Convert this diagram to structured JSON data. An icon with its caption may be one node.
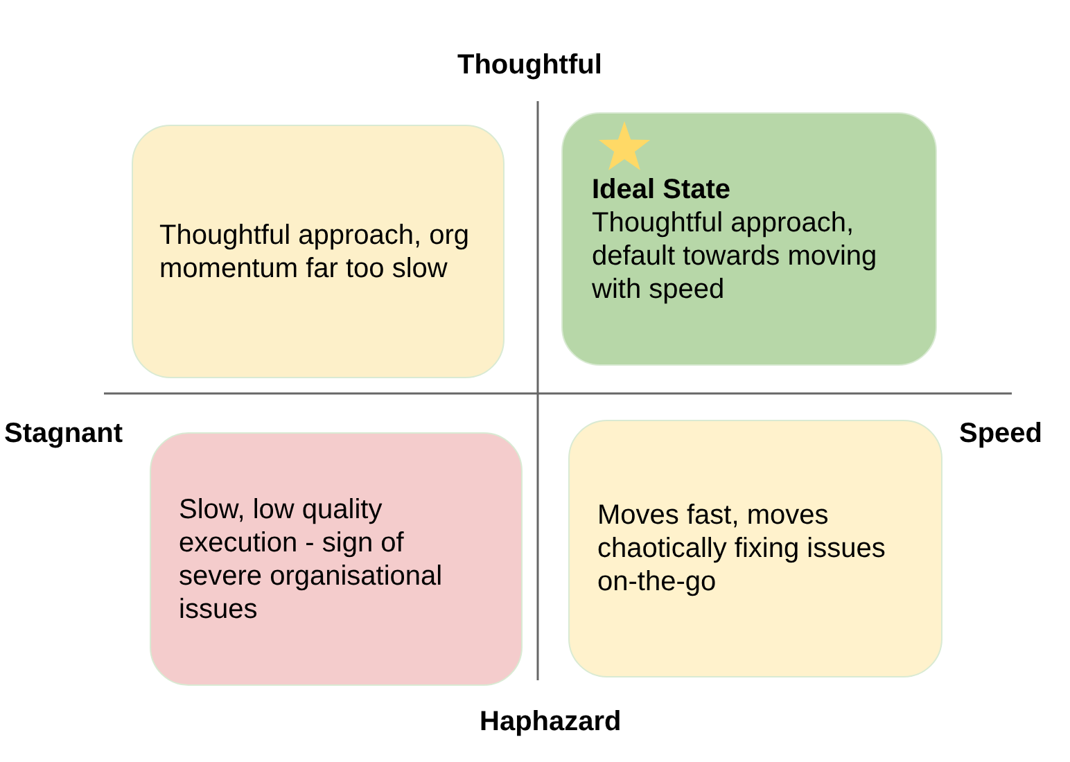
{
  "diagram": {
    "nodes": [
      {
        "text": [
          "Thoughtful approach, org momentum far too slow"
        ]
      },
      {
        "text": [
          "Ideal State",
          "Thoughtful approach, default towards moving with speed"
        ]
      },
      {
        "text": [
          "Slow, low quality execution - sign of severe organisational issues"
        ]
      },
      {
        "text": [
          "Moves fast, moves chaotically fixing issues on-the-go"
        ]
      }
    ],
    "labels": [
      "Thoughtful",
      "Stagnant",
      "Speed",
      "Haphazard"
    ]
  }
}
